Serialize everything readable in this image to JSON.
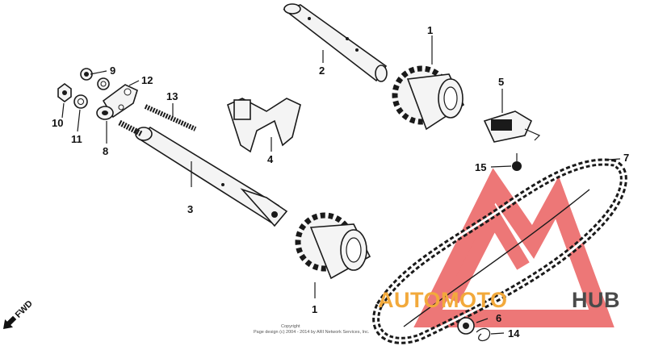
{
  "callouts": [
    {
      "id": "1a",
      "text": "1"
    },
    {
      "id": "1b",
      "text": "1"
    },
    {
      "id": "2",
      "text": "2"
    },
    {
      "id": "3",
      "text": "3"
    },
    {
      "id": "4",
      "text": "4"
    },
    {
      "id": "5",
      "text": "5"
    },
    {
      "id": "6",
      "text": "6"
    },
    {
      "id": "7",
      "text": "7"
    },
    {
      "id": "8",
      "text": "8"
    },
    {
      "id": "9",
      "text": "9"
    },
    {
      "id": "10",
      "text": "10"
    },
    {
      "id": "11",
      "text": "11"
    },
    {
      "id": "12",
      "text": "12"
    },
    {
      "id": "13",
      "text": "13"
    },
    {
      "id": "14",
      "text": "14"
    },
    {
      "id": "15",
      "text": "15"
    }
  ],
  "direction_label": "FWD",
  "watermark": {
    "part1": "AUTOMOTO",
    "part2": "HUB",
    "color1": "#f2a93b",
    "color2": "#4a4a4a",
    "logo_color": "#e84a4a"
  },
  "copyright": {
    "line1": "Copyright",
    "line2": "Page design (c) 2004 - 2014 by ARI Network Services, Inc."
  }
}
